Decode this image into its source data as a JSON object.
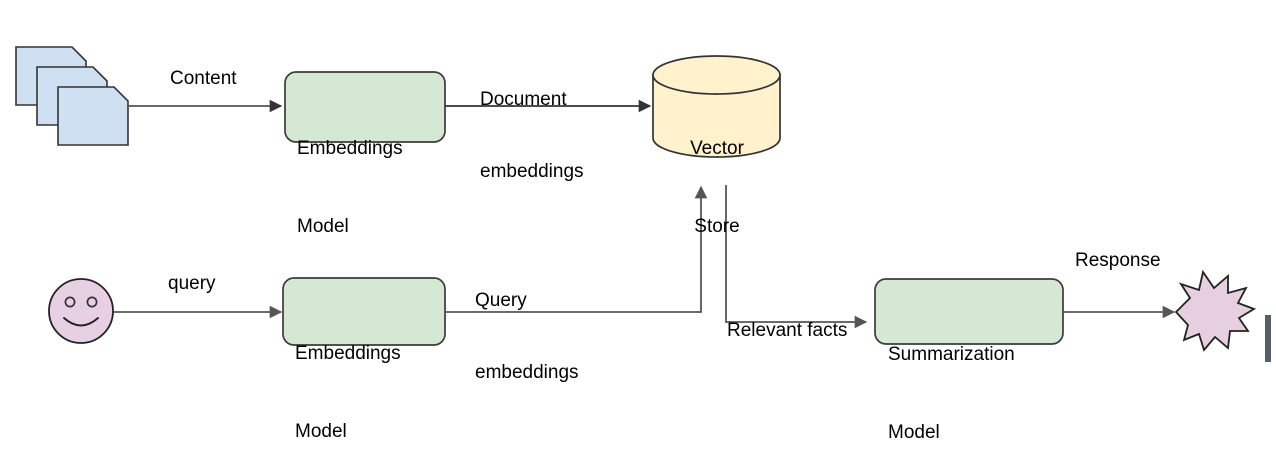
{
  "diagram": {
    "title": "Retrieval Augmented Generation flow",
    "colors": {
      "document_fill": "#cfe0f3",
      "document_stroke": "#333333",
      "model_fill": "#d5e8d4",
      "model_stroke": "#3b3b3b",
      "store_fill": "#fff2cc",
      "store_stroke": "#333333",
      "user_fill": "#e8d0e4",
      "user_stroke": "#222222",
      "response_fill": "#e6d0e0",
      "response_stroke": "#222222",
      "edge": "#555555",
      "text": "#000000",
      "cursor_bar": "#555f6b"
    },
    "nodes": {
      "documents": {
        "icon": "document-stack-icon",
        "label": ""
      },
      "embeddings_model_top": {
        "line1": "Embeddings",
        "line2": "Model"
      },
      "vector_store": {
        "line1": "Vector",
        "line2": "Store"
      },
      "user": {
        "icon": "smiley-face-icon",
        "label": ""
      },
      "embeddings_model_bottom": {
        "line1": "Embeddings",
        "line2": "Model"
      },
      "summarization_model": {
        "line1": "Summarization",
        "line2": "Model"
      },
      "response": {
        "icon": "starburst-icon",
        "label": ""
      }
    },
    "edges": [
      {
        "id": "content",
        "from": "documents",
        "to": "embeddings_model_top",
        "label_line1": "Content",
        "label_line2": ""
      },
      {
        "id": "document-embeddings",
        "from": "embeddings_model_top",
        "to": "vector_store",
        "label_line1": "Document",
        "label_line2": "embeddings"
      },
      {
        "id": "query",
        "from": "user",
        "to": "embeddings_model_bottom",
        "label_line1": "query",
        "label_line2": ""
      },
      {
        "id": "query-embeddings",
        "from": "embeddings_model_bottom",
        "to": "vector_store",
        "label_line1": "Query",
        "label_line2": "embeddings"
      },
      {
        "id": "relevant-facts",
        "from": "vector_store",
        "to": "summarization_model",
        "label_line1": "Relevant facts",
        "label_line2": ""
      },
      {
        "id": "response",
        "from": "summarization_model",
        "to": "response",
        "label_line1": "Response",
        "label_line2": ""
      }
    ]
  }
}
